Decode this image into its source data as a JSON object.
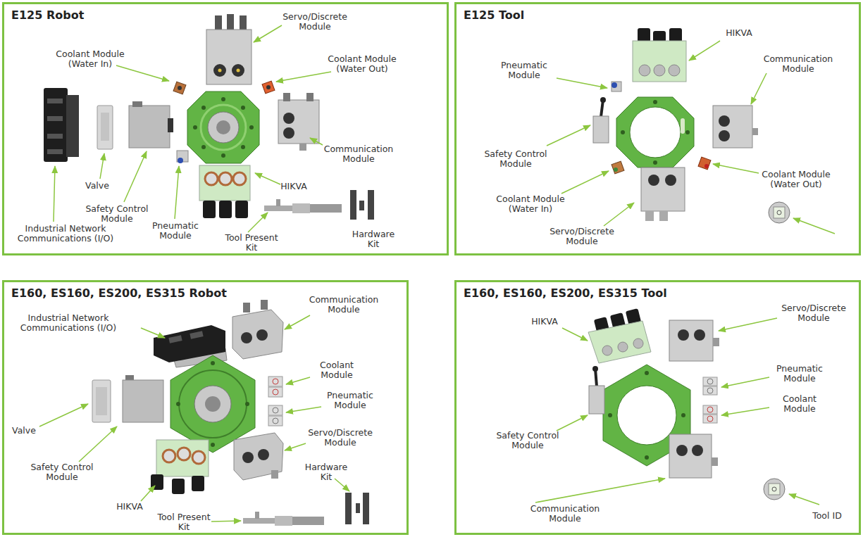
{
  "diagram": {
    "nodes": [
      {
        "text": [
          "E125 Robot"
        ]
      },
      {
        "text": [
          "E125 Tool"
        ]
      },
      {
        "text": [
          "E160, ES160, ES200, ES315 Robot"
        ]
      },
      {
        "text": [
          "E160, ES160, ES200, ES315 Tool"
        ]
      }
    ],
    "edges": [],
    "labels": [
      "Servo/Discrete Module",
      "Coolant Module (Water In)",
      "Coolant Module (Water Out)",
      "Communication Module",
      "Valve",
      "Safety Control Module",
      "Pneumatic Module",
      "HIKVA",
      "Industrial Network Communications (I/O)",
      "Tool Present Kit",
      "Hardware Kit",
      "HIKVA",
      "Pneumatic Module",
      "Communication Module",
      "Safety Control Module",
      "Coolant Module (Water In)",
      "Coolant Module (Water Out)",
      "Servo/Discrete Module",
      "Industrial Network Communications (I/O)",
      "Communication Module",
      "Coolant Module",
      "Pneumatic Module",
      "Valve",
      "Servo/Discrete Module",
      "Hardware Kit",
      "Safety Control Module",
      "HIKVA",
      "Tool Present Kit",
      "HIKVA",
      "Servo/Discrete Module",
      "Pneumatic Module",
      "Coolant Module",
      "Safety Control Module",
      "Communication Module",
      "Tool ID"
    ]
  }
}
